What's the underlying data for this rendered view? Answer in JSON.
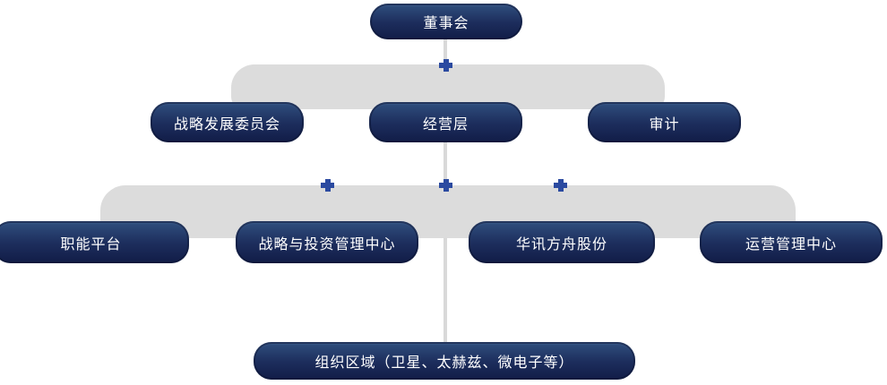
{
  "diagram": {
    "type": "org-chart",
    "levels": [
      {
        "nodes": [
          {
            "label": "董事会"
          }
        ]
      },
      {
        "nodes": [
          {
            "label": "战略发展委员会"
          },
          {
            "label": "经营层"
          },
          {
            "label": "审计"
          }
        ]
      },
      {
        "nodes": [
          {
            "label": "职能平台"
          },
          {
            "label": "战略与投资管理中心"
          },
          {
            "label": "华讯方舟股份"
          },
          {
            "label": "运营管理中心"
          }
        ]
      },
      {
        "nodes": [
          {
            "label": "组织区域（卫星、太赫兹、微电子等）"
          }
        ]
      }
    ],
    "colors": {
      "node_gradient_top": "#30507f",
      "node_gradient_bottom": "#111c47",
      "band_gray": "#dcdcdc",
      "line_gray": "#d9d9d9",
      "cross_blue": "#2b4aa0",
      "text": "#ffffff",
      "background": "#ffffff"
    }
  }
}
